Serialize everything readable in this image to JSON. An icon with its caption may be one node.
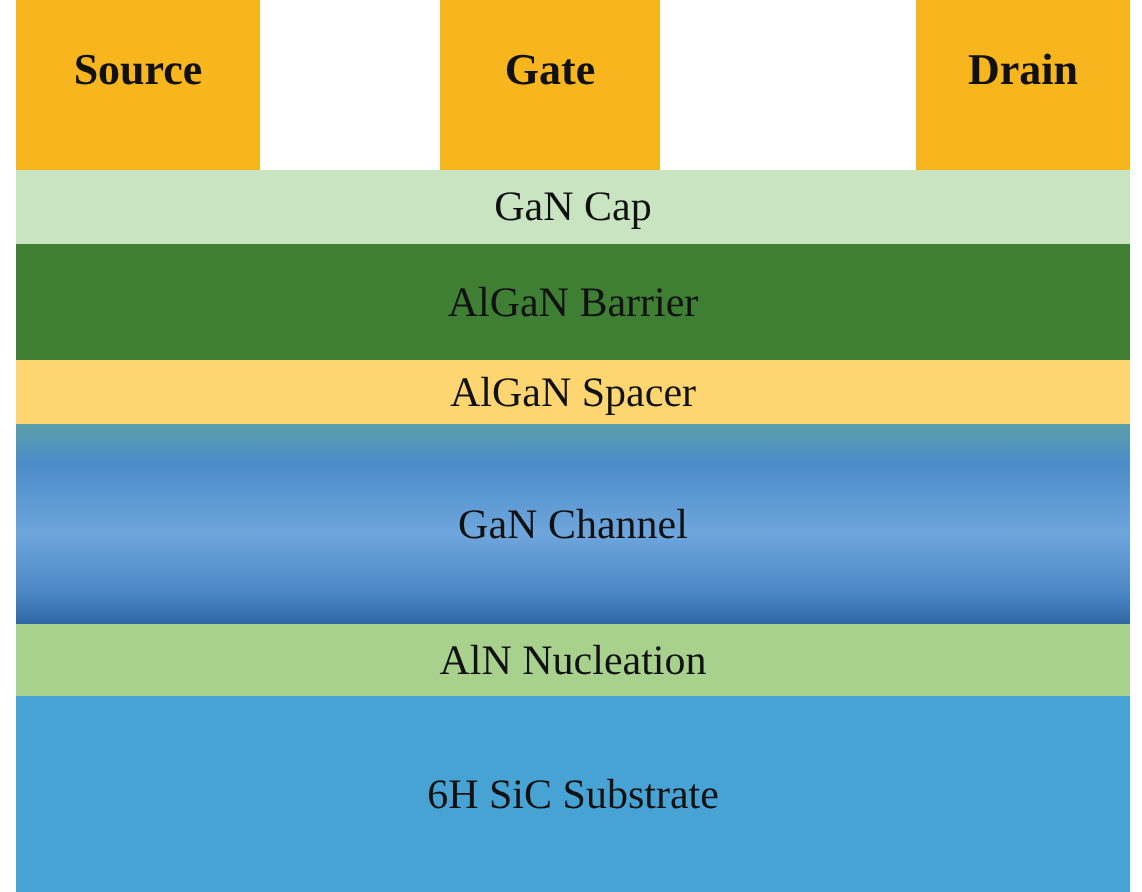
{
  "diagram": {
    "nodes": [
      {
        "text": [
          "Source"
        ]
      },
      {
        "text": [
          "Gate"
        ]
      },
      {
        "text": [
          "Drain"
        ]
      },
      {
        "text": [
          "GaN Cap"
        ]
      },
      {
        "text": [
          "AlGaN Barrier"
        ]
      },
      {
        "text": [
          "AlGaN Spacer"
        ]
      },
      {
        "text": [
          "GaN Channel"
        ]
      },
      {
        "text": [
          "AlN Nucleation"
        ]
      },
      {
        "text": [
          "6H SiC Substrate"
        ]
      }
    ]
  }
}
